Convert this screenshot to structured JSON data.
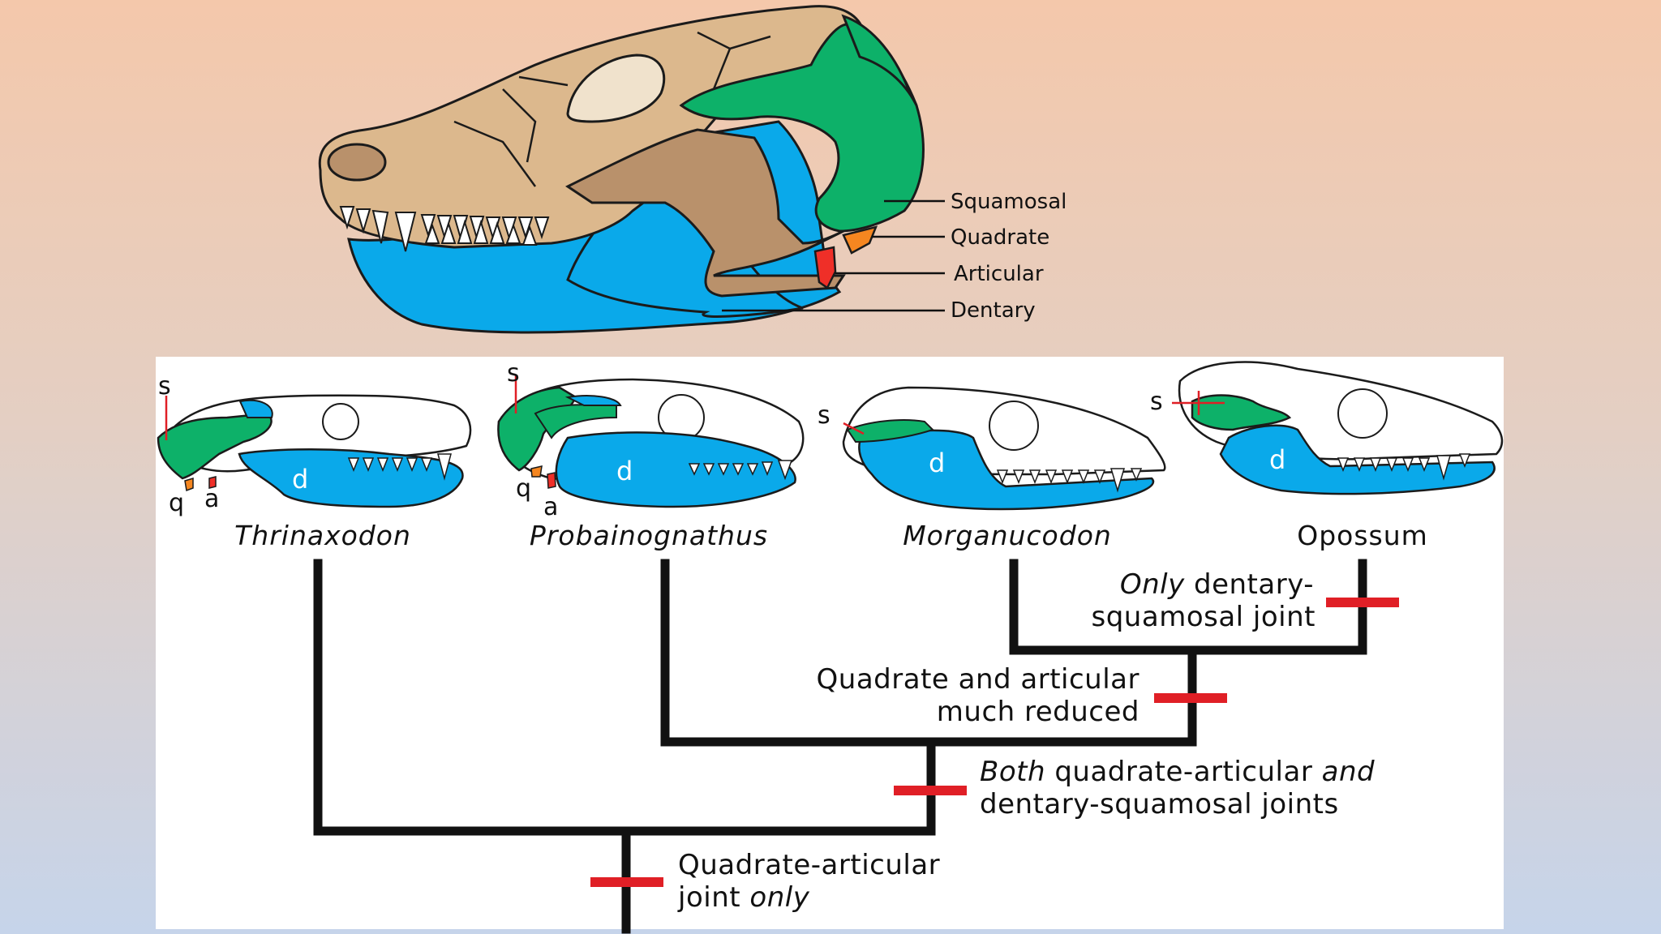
{
  "colors": {
    "bone": "#dcb88d",
    "bone_dark": "#b9916b",
    "dentary": "#0aa9ea",
    "squamosal": "#0db169",
    "quadrate": "#f58620",
    "articular": "#ef2f28",
    "trait_mark": "#e01f26"
  },
  "main_skull": {
    "labels": {
      "squamosal": "Squamosal",
      "quadrate": "Quadrate",
      "articular": "Articular",
      "dentary": "Dentary"
    }
  },
  "cladogram": {
    "taxa": [
      {
        "name": "Thrinaxodon",
        "italic": true
      },
      {
        "name": "Probainognathus",
        "italic": true
      },
      {
        "name": "Morganucodon",
        "italic": true
      },
      {
        "name": "Opossum",
        "italic": false
      }
    ],
    "skull_letters": {
      "s": "s",
      "q": "q",
      "a": "a",
      "d": "d"
    },
    "traits": {
      "t1": {
        "line1": "Quadrate-articular",
        "line2a": "joint ",
        "line2b": "only"
      },
      "t2": {
        "line1a": "Both",
        "line1b": " quadrate-articular ",
        "line1c": "and",
        "line2": "dentary-squamosal joints"
      },
      "t3": {
        "line1": "Quadrate and articular",
        "line2": "much reduced"
      },
      "t4": {
        "line1a": "Only",
        "line1b": " dentary-",
        "line2": "squamosal joint"
      }
    }
  }
}
